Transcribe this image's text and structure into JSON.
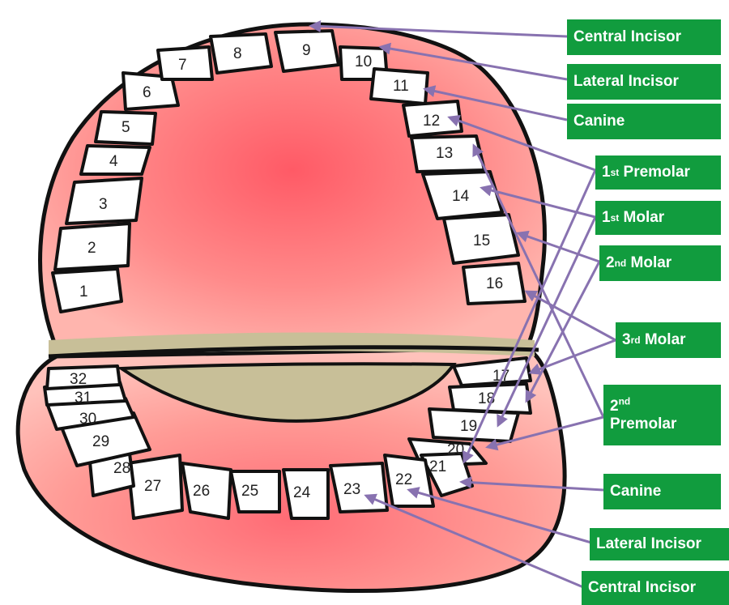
{
  "colors": {
    "gum_outer": "#f28a8a",
    "gum_center": "#ff5a66",
    "palate_edge": "#ffb0ad",
    "tongue_gap": "#c8bf98",
    "label_bg": "#119c3e",
    "arrow": "#8872b0"
  },
  "teeth": {
    "upper": [
      "1",
      "2",
      "3",
      "4",
      "5",
      "6",
      "7",
      "8",
      "9",
      "10",
      "11",
      "12",
      "13",
      "14",
      "15",
      "16"
    ],
    "lower": [
      "17",
      "18",
      "19",
      "20",
      "21",
      "22",
      "23",
      "24",
      "25",
      "26",
      "27",
      "28",
      "29",
      "30",
      "31",
      "32"
    ]
  },
  "labels": {
    "central_incisor_top": "Central Incisor",
    "lateral_incisor_top": "Lateral Incisor",
    "canine_top": "Canine",
    "first_premolar": "1",
    "first_premolar_sup": "st",
    "first_premolar_word": "Premolar",
    "first_molar": "1",
    "first_molar_sup": "st",
    "first_molar_word": "Molar",
    "second_molar": "2",
    "second_molar_sup": "nd",
    "second_molar_word": "Molar",
    "third_molar": "3",
    "third_molar_sup": "rd",
    "third_molar_word": "Molar",
    "second_premolar": "2",
    "second_premolar_sup": "nd",
    "second_premolar_word": "Premolar",
    "canine_bottom": "Canine",
    "lateral_incisor_bottom": "Lateral Incisor",
    "central_incisor_bottom": "Central Incisor"
  }
}
